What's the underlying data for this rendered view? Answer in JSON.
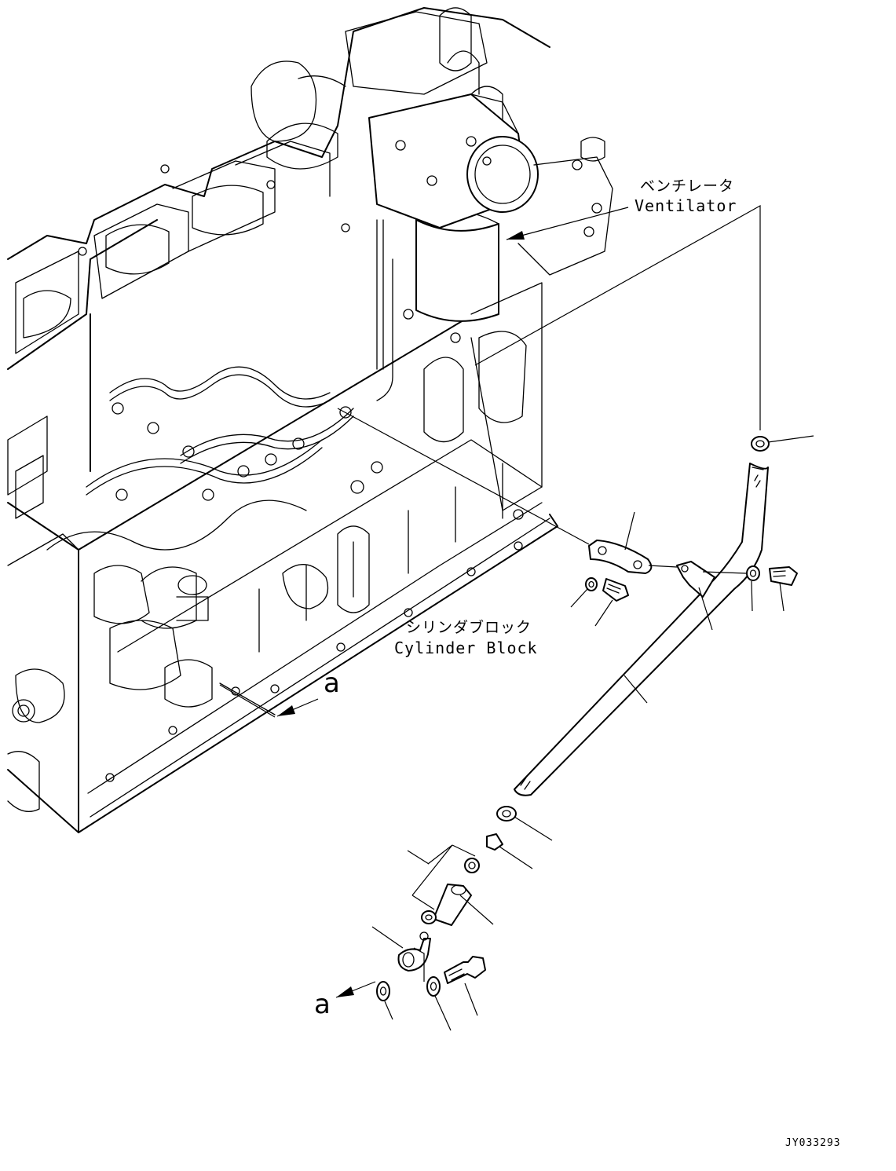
{
  "callouts": {
    "ventilator_jp": "ベンチレータ",
    "ventilator_en": "Ventilator",
    "cylinder_block_jp": "シリンダブロック",
    "cylinder_block_en": "Cylinder Block"
  },
  "view_refs": {
    "ref_a_upper": "a",
    "ref_a_lower": "a"
  },
  "drawing_code": "JY033293"
}
